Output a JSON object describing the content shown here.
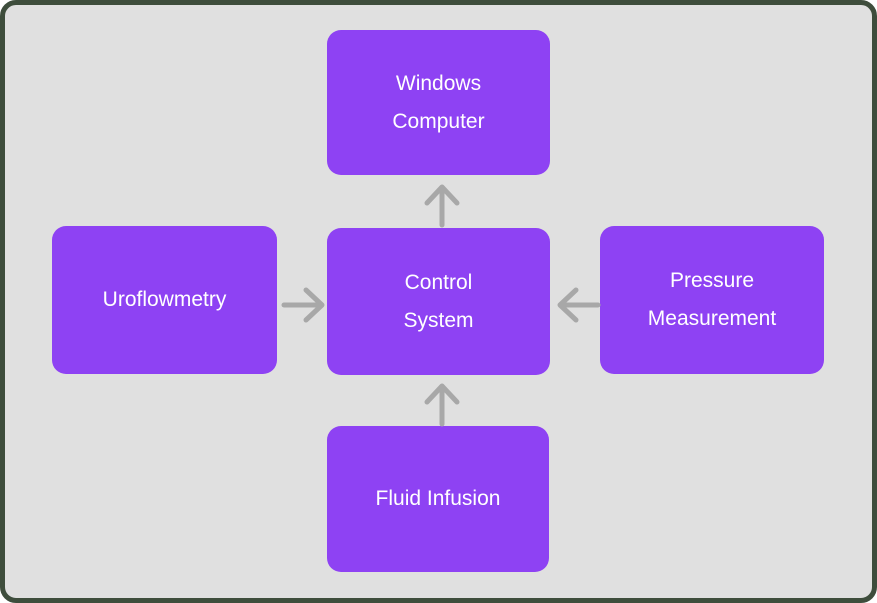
{
  "diagram": {
    "background_color": "#e0e0e0",
    "frame_border_color": "#3e4d3c",
    "node_fill_color": "#8e42f3",
    "node_text_color": "#ffffff",
    "arrow_color": "#a8a8a8",
    "nodes": [
      {
        "id": "windows-computer",
        "label": "Windows\nComputer"
      },
      {
        "id": "uroflowmetry",
        "label": "Uroflowmetry"
      },
      {
        "id": "control-system",
        "label": "Control\nSystem"
      },
      {
        "id": "pressure-measurement",
        "label": "Pressure\nMeasurement"
      },
      {
        "id": "fluid-infusion",
        "label": "Fluid Infusion"
      }
    ],
    "edges": [
      {
        "from": "control-system",
        "to": "windows-computer",
        "direction": "up"
      },
      {
        "from": "uroflowmetry",
        "to": "control-system",
        "direction": "right"
      },
      {
        "from": "pressure-measurement",
        "to": "control-system",
        "direction": "left"
      },
      {
        "from": "fluid-infusion",
        "to": "control-system",
        "direction": "up"
      }
    ]
  }
}
